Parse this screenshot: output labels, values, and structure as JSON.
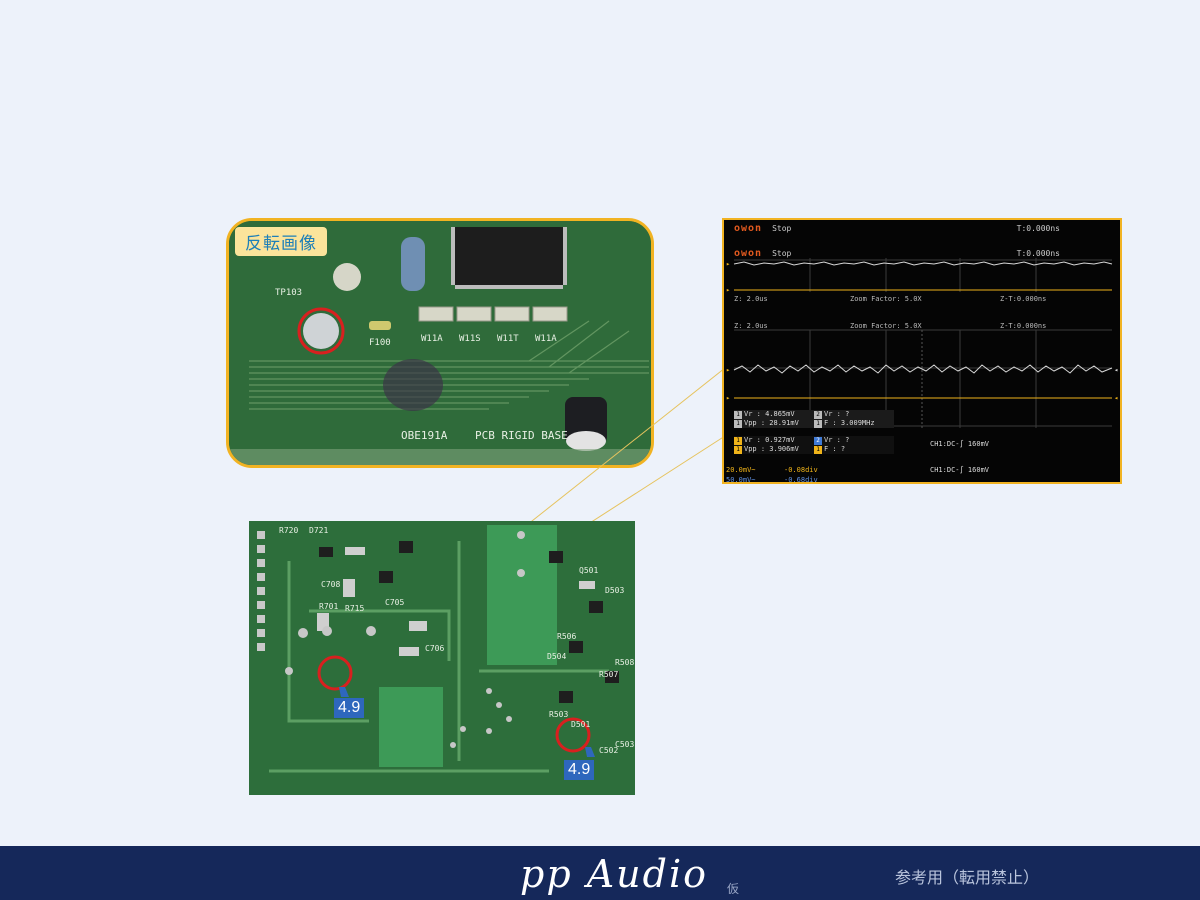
{
  "top_photo": {
    "badge": "反転画像",
    "silkscreen": [
      "TP103",
      "F100",
      "W11A",
      "W11S",
      "W11T",
      "W11A",
      "PCB RIGID BASE",
      "OBE191A"
    ]
  },
  "bottom_photo": {
    "silkscreen": [
      "R720",
      "D721",
      "C708",
      "R701",
      "R715",
      "C705",
      "C706",
      "D501",
      "R503",
      "R506",
      "D504",
      "C502",
      "C503",
      "R507",
      "R508",
      "D503",
      "Q501"
    ],
    "marker_left": "4.9",
    "marker_right": "4.9"
  },
  "scope": {
    "logo": "owon",
    "run_state": "Stop",
    "trigger_time": "T:0.000ns",
    "time_base": "Z: 2.0us",
    "zoom_factor": "Zoom Factor: 5.0X",
    "zoom_time": "Z-T:0.000ns",
    "meas_a": {
      "vr1": "Vr : 4.865mV",
      "vpp1": "Vpp : 28.91mV",
      "vr2": "Vr :      ?",
      "f2": "F : 3.009MHz"
    },
    "meas_b": {
      "vr1": "Vr : 0.927mV",
      "vpp1": "Vpp : 3.906mV",
      "vr2": "Vr :      ?",
      "f2": "F :      ?"
    },
    "ch_trigger": "CH1:DC-∫ 160mV",
    "ch1": {
      "scale": "20.0mV~",
      "offset": "-0.08div"
    },
    "ch2": {
      "scale": "50.0mV~",
      "offset": "-0.68div"
    }
  },
  "footer": {
    "brand": "pp Audio",
    "brand_sub": "仮",
    "note": "参考用（転用禁止）"
  },
  "colors": {
    "frame": "#f1b322",
    "footer_bg": "#15285a",
    "page_bg": "#edf2fa",
    "marker_ring": "#d8201f",
    "marker_label": "#2e67bd"
  }
}
